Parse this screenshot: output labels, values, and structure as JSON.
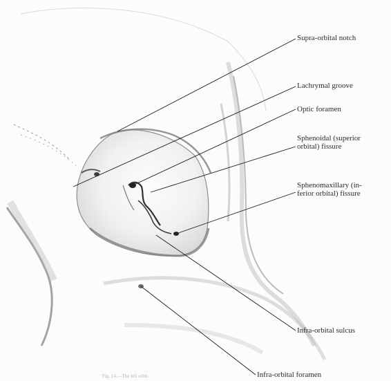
{
  "labels": {
    "supra_orbital_notch": "Supra-orbital notch",
    "lachrymal_groove": "Lachrymal groove",
    "optic_foramen": "Optic foramen",
    "sphenoidal_fissure_line1": "Sphenoidal (superior",
    "sphenoidal_fissure_line2": "orbital) fissure",
    "sphenomaxillary_fissure_line1": "Sphenomaxillary (in-",
    "sphenomaxillary_fissure_line2": "ferior orbital) fissure",
    "infra_orbital_sulcus": "Infra-orbital sulcus",
    "infra_orbital_foramen": "Infra-orbital foramen"
  },
  "caption": "Fig. 14.—The left orbit.",
  "colors": {
    "leader_line": "#1a1a1a",
    "bone_shading": "#9a9a9a",
    "bone_dark": "#3a3a3a",
    "text": "#2b2b2b"
  }
}
